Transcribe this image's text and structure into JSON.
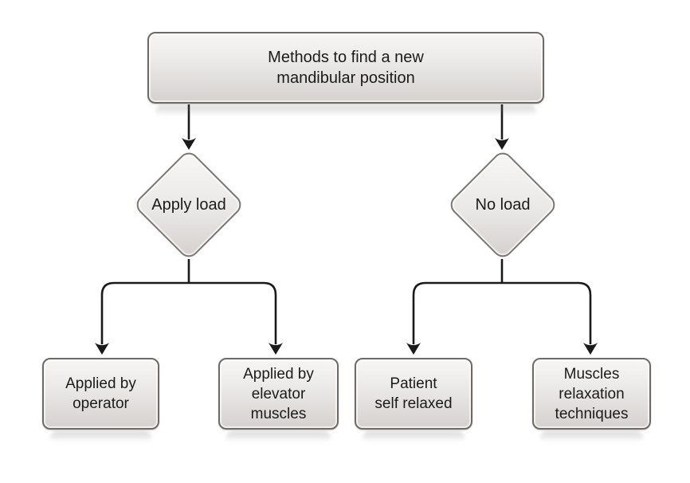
{
  "diagram": {
    "type": "flowchart",
    "title": "Methods to find a new mandibular position",
    "colors": {
      "background": "#ffffff",
      "node_fill_top": "#f7f6f5",
      "node_fill_bottom": "#d4d1cf",
      "node_border": "#6e6a68",
      "connector": "#1a1a1a",
      "text": "#1b1b1b"
    },
    "nodes": {
      "root": {
        "shape": "rounded-rectangle",
        "label": "Methods to find a new\nmandibular position"
      },
      "apply_load": {
        "shape": "diamond",
        "label": "Apply load"
      },
      "no_load": {
        "shape": "diamond",
        "label": "No load"
      },
      "applied_by_operator": {
        "shape": "rounded-rectangle",
        "label": "Applied by\noperator"
      },
      "applied_by_elevator_muscles": {
        "shape": "rounded-rectangle",
        "label": "Applied by\nelevator\nmuscles"
      },
      "patient_self_relaxed": {
        "shape": "rounded-rectangle",
        "label": "Patient\nself relaxed"
      },
      "muscles_relaxation_techniques": {
        "shape": "rounded-rectangle",
        "label": "Muscles\nrelaxation\ntechniques"
      }
    },
    "edges": [
      {
        "from": "root",
        "to": "apply_load"
      },
      {
        "from": "root",
        "to": "no_load"
      },
      {
        "from": "apply_load",
        "to": "applied_by_operator"
      },
      {
        "from": "apply_load",
        "to": "applied_by_elevator_muscles"
      },
      {
        "from": "no_load",
        "to": "patient_self_relaxed"
      },
      {
        "from": "no_load",
        "to": "muscles_relaxation_techniques"
      }
    ]
  }
}
